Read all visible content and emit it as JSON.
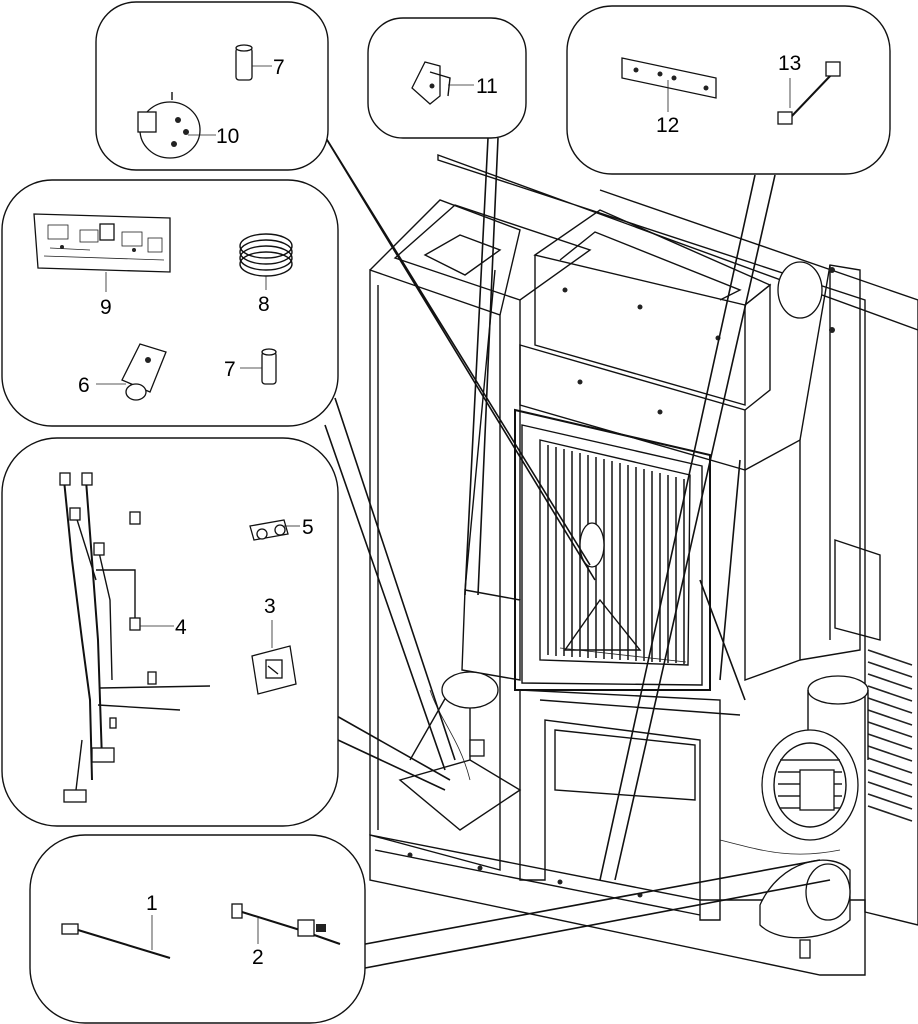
{
  "callouts": {
    "p1": "1",
    "p2": "2",
    "p3": "3",
    "p4": "4",
    "p5": "5",
    "p6": "6",
    "p7a": "7",
    "p7b": "7",
    "p8": "8",
    "p9": "9",
    "p10": "10",
    "p11": "11",
    "p12": "12",
    "p13": "13"
  }
}
